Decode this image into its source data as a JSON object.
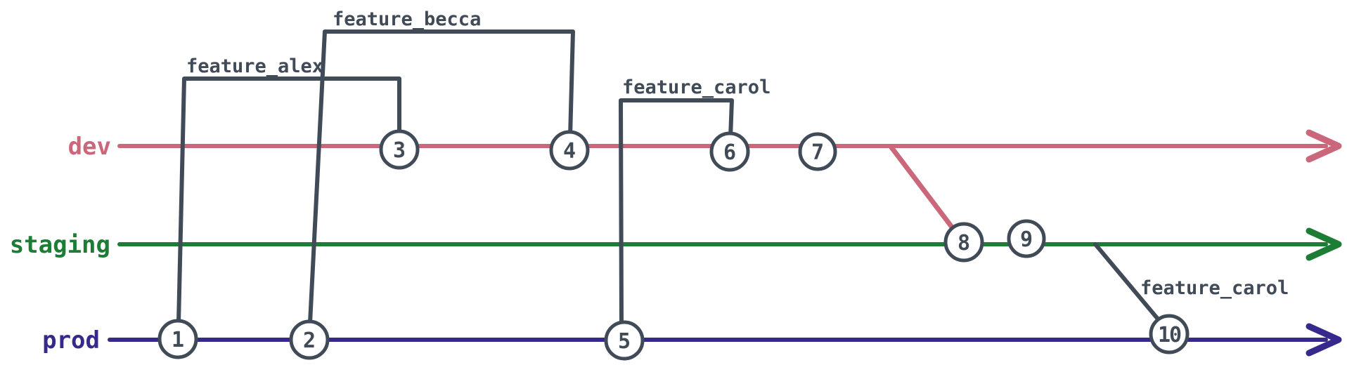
{
  "diagram": {
    "kind": "git-branch-graph",
    "background": "#ffffff",
    "stroke_color": "#414b57",
    "node_fill": "#ffffff",
    "branches": [
      {
        "label": "dev",
        "color": "#cb677a"
      },
      {
        "label": "staging",
        "color": "#1d7d35"
      },
      {
        "label": "prod",
        "color": "#352a8c"
      }
    ],
    "commits": [
      {
        "label": "1",
        "branch": "prod"
      },
      {
        "label": "2",
        "branch": "prod"
      },
      {
        "label": "3",
        "branch": "dev"
      },
      {
        "label": "4",
        "branch": "dev"
      },
      {
        "label": "5",
        "branch": "prod"
      },
      {
        "label": "6",
        "branch": "dev"
      },
      {
        "label": "7",
        "branch": "dev"
      },
      {
        "label": "8",
        "branch": "staging"
      },
      {
        "label": "9",
        "branch": "staging"
      },
      {
        "label": "10",
        "branch": "prod"
      }
    ],
    "feature_branches": [
      {
        "label": "feature_alex",
        "from_commit": "1",
        "from_branch": "prod",
        "to_commit": "3",
        "to_branch": "dev"
      },
      {
        "label": "feature_becca",
        "from_commit": "2",
        "from_branch": "prod",
        "to_commit": "4",
        "to_branch": "dev"
      },
      {
        "label": "feature_carol",
        "from_commit": "5",
        "from_branch": "prod",
        "to_commit": "6",
        "to_branch": "dev"
      }
    ],
    "merges": [
      {
        "from_branch": "dev",
        "to_branch": "staging",
        "to_commit": "8"
      },
      {
        "from_branch": "staging",
        "to_branch": "prod",
        "to_commit": "10",
        "label": "feature_carol"
      }
    ]
  }
}
